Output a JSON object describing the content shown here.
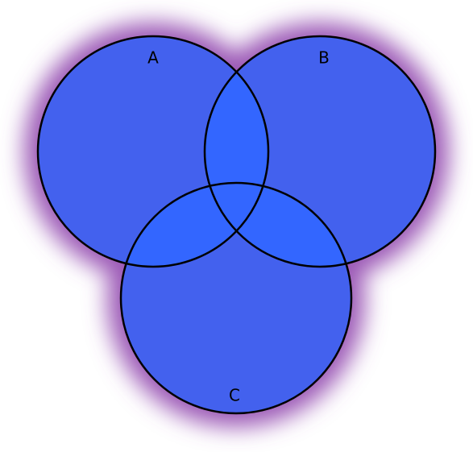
{
  "diagram": {
    "type": "venn",
    "sets": [
      {
        "id": "A",
        "label": "A"
      },
      {
        "id": "B",
        "label": "B"
      },
      {
        "id": "C",
        "label": "C"
      }
    ]
  },
  "colors": {
    "fill": "#4361EE",
    "overlap_fill": "#3366FF",
    "outline": "#000000",
    "glow": "#9B59B6",
    "background": "#FFFFFF"
  }
}
